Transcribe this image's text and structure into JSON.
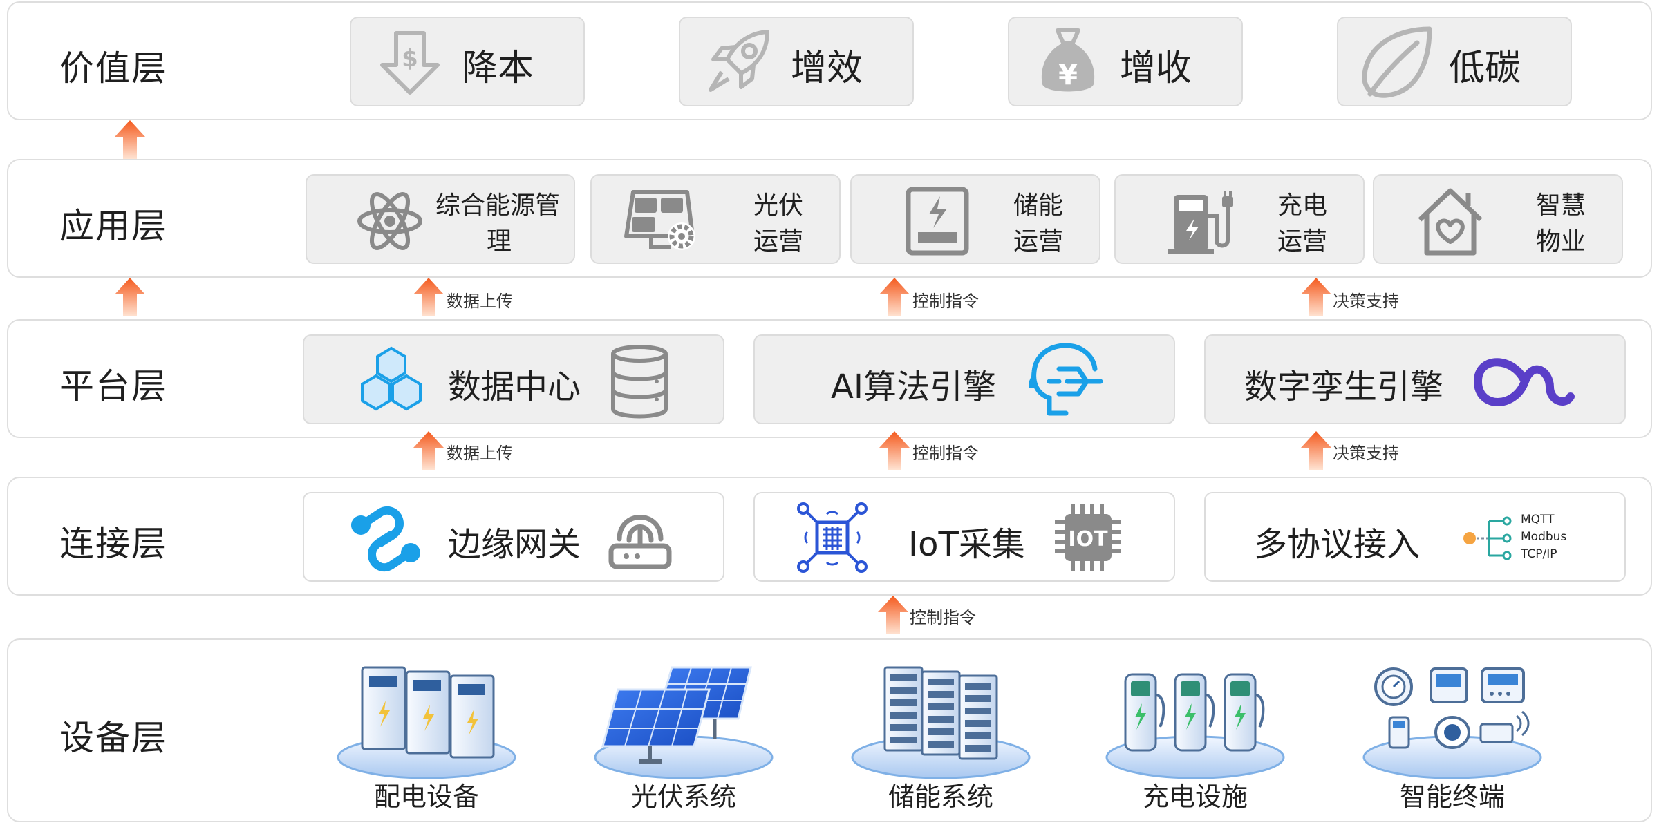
{
  "layers": {
    "value": {
      "title": "价值层",
      "items": [
        {
          "label": "降本",
          "icon": "dollar-down-arrow-icon"
        },
        {
          "label": "增效",
          "icon": "rocket-icon"
        },
        {
          "label": "增收",
          "icon": "money-bag-yen-icon"
        },
        {
          "label": "低碳",
          "icon": "leaf-icon"
        }
      ]
    },
    "application": {
      "title": "应用层",
      "items": [
        {
          "line1": "综合能源管",
          "line2": "理",
          "icon": "atom-icon"
        },
        {
          "line1": "光伏",
          "line2": "运营",
          "icon": "solar-panel-gear-icon"
        },
        {
          "line1": "储能",
          "line2": "运营",
          "icon": "battery-box-icon"
        },
        {
          "line1": "充电",
          "line2": "运营",
          "icon": "charging-pump-icon"
        },
        {
          "line1": "智慧",
          "line2": "物业",
          "icon": "house-heart-icon"
        }
      ]
    },
    "platform": {
      "title": "平台层",
      "items": [
        {
          "label": "数据中心",
          "icon_left": "hexagon-cluster-icon",
          "icon_right": "database-icon"
        },
        {
          "label": "AI算法引擎",
          "icon_right": "ai-head-icon"
        },
        {
          "label": "数字孪生引擎",
          "icon_right": "infinity-loop-icon"
        }
      ]
    },
    "connection": {
      "title": "连接层",
      "items": [
        {
          "label": "边缘网关",
          "icon_left": "link-icon",
          "icon_right": "router-icon"
        },
        {
          "label": "IoT采集",
          "icon_left": "chip-network-icon",
          "icon_right": "iot-chip-icon"
        },
        {
          "label": "多协议接入",
          "icon_right": "protocol-tree-icon",
          "protocols": [
            "MQTT",
            "Modbus",
            "TCP/IP"
          ]
        }
      ]
    },
    "device": {
      "title": "设备层",
      "items": [
        {
          "label": "配电设备",
          "icon": "distribution-cabinet-icon"
        },
        {
          "label": "光伏系统",
          "icon": "solar-panel-icon"
        },
        {
          "label": "储能系统",
          "icon": "storage-rack-icon"
        },
        {
          "label": "充电设施",
          "icon": "charging-station-icon"
        },
        {
          "label": "智能终端",
          "icon": "smart-terminal-icon"
        }
      ]
    }
  },
  "flows": {
    "upload": "数据上传",
    "control": "控制指令",
    "decision": "决策支持"
  },
  "colors": {
    "arrow_top": "#f45a1e",
    "arrow_bottom": "#ffd9c4",
    "blue_icon": "#1aa0e8",
    "purple_icon": "#5a3fc8",
    "gray_icon": "#8a8a8a",
    "light_gray_icon": "#b5b5b5"
  }
}
